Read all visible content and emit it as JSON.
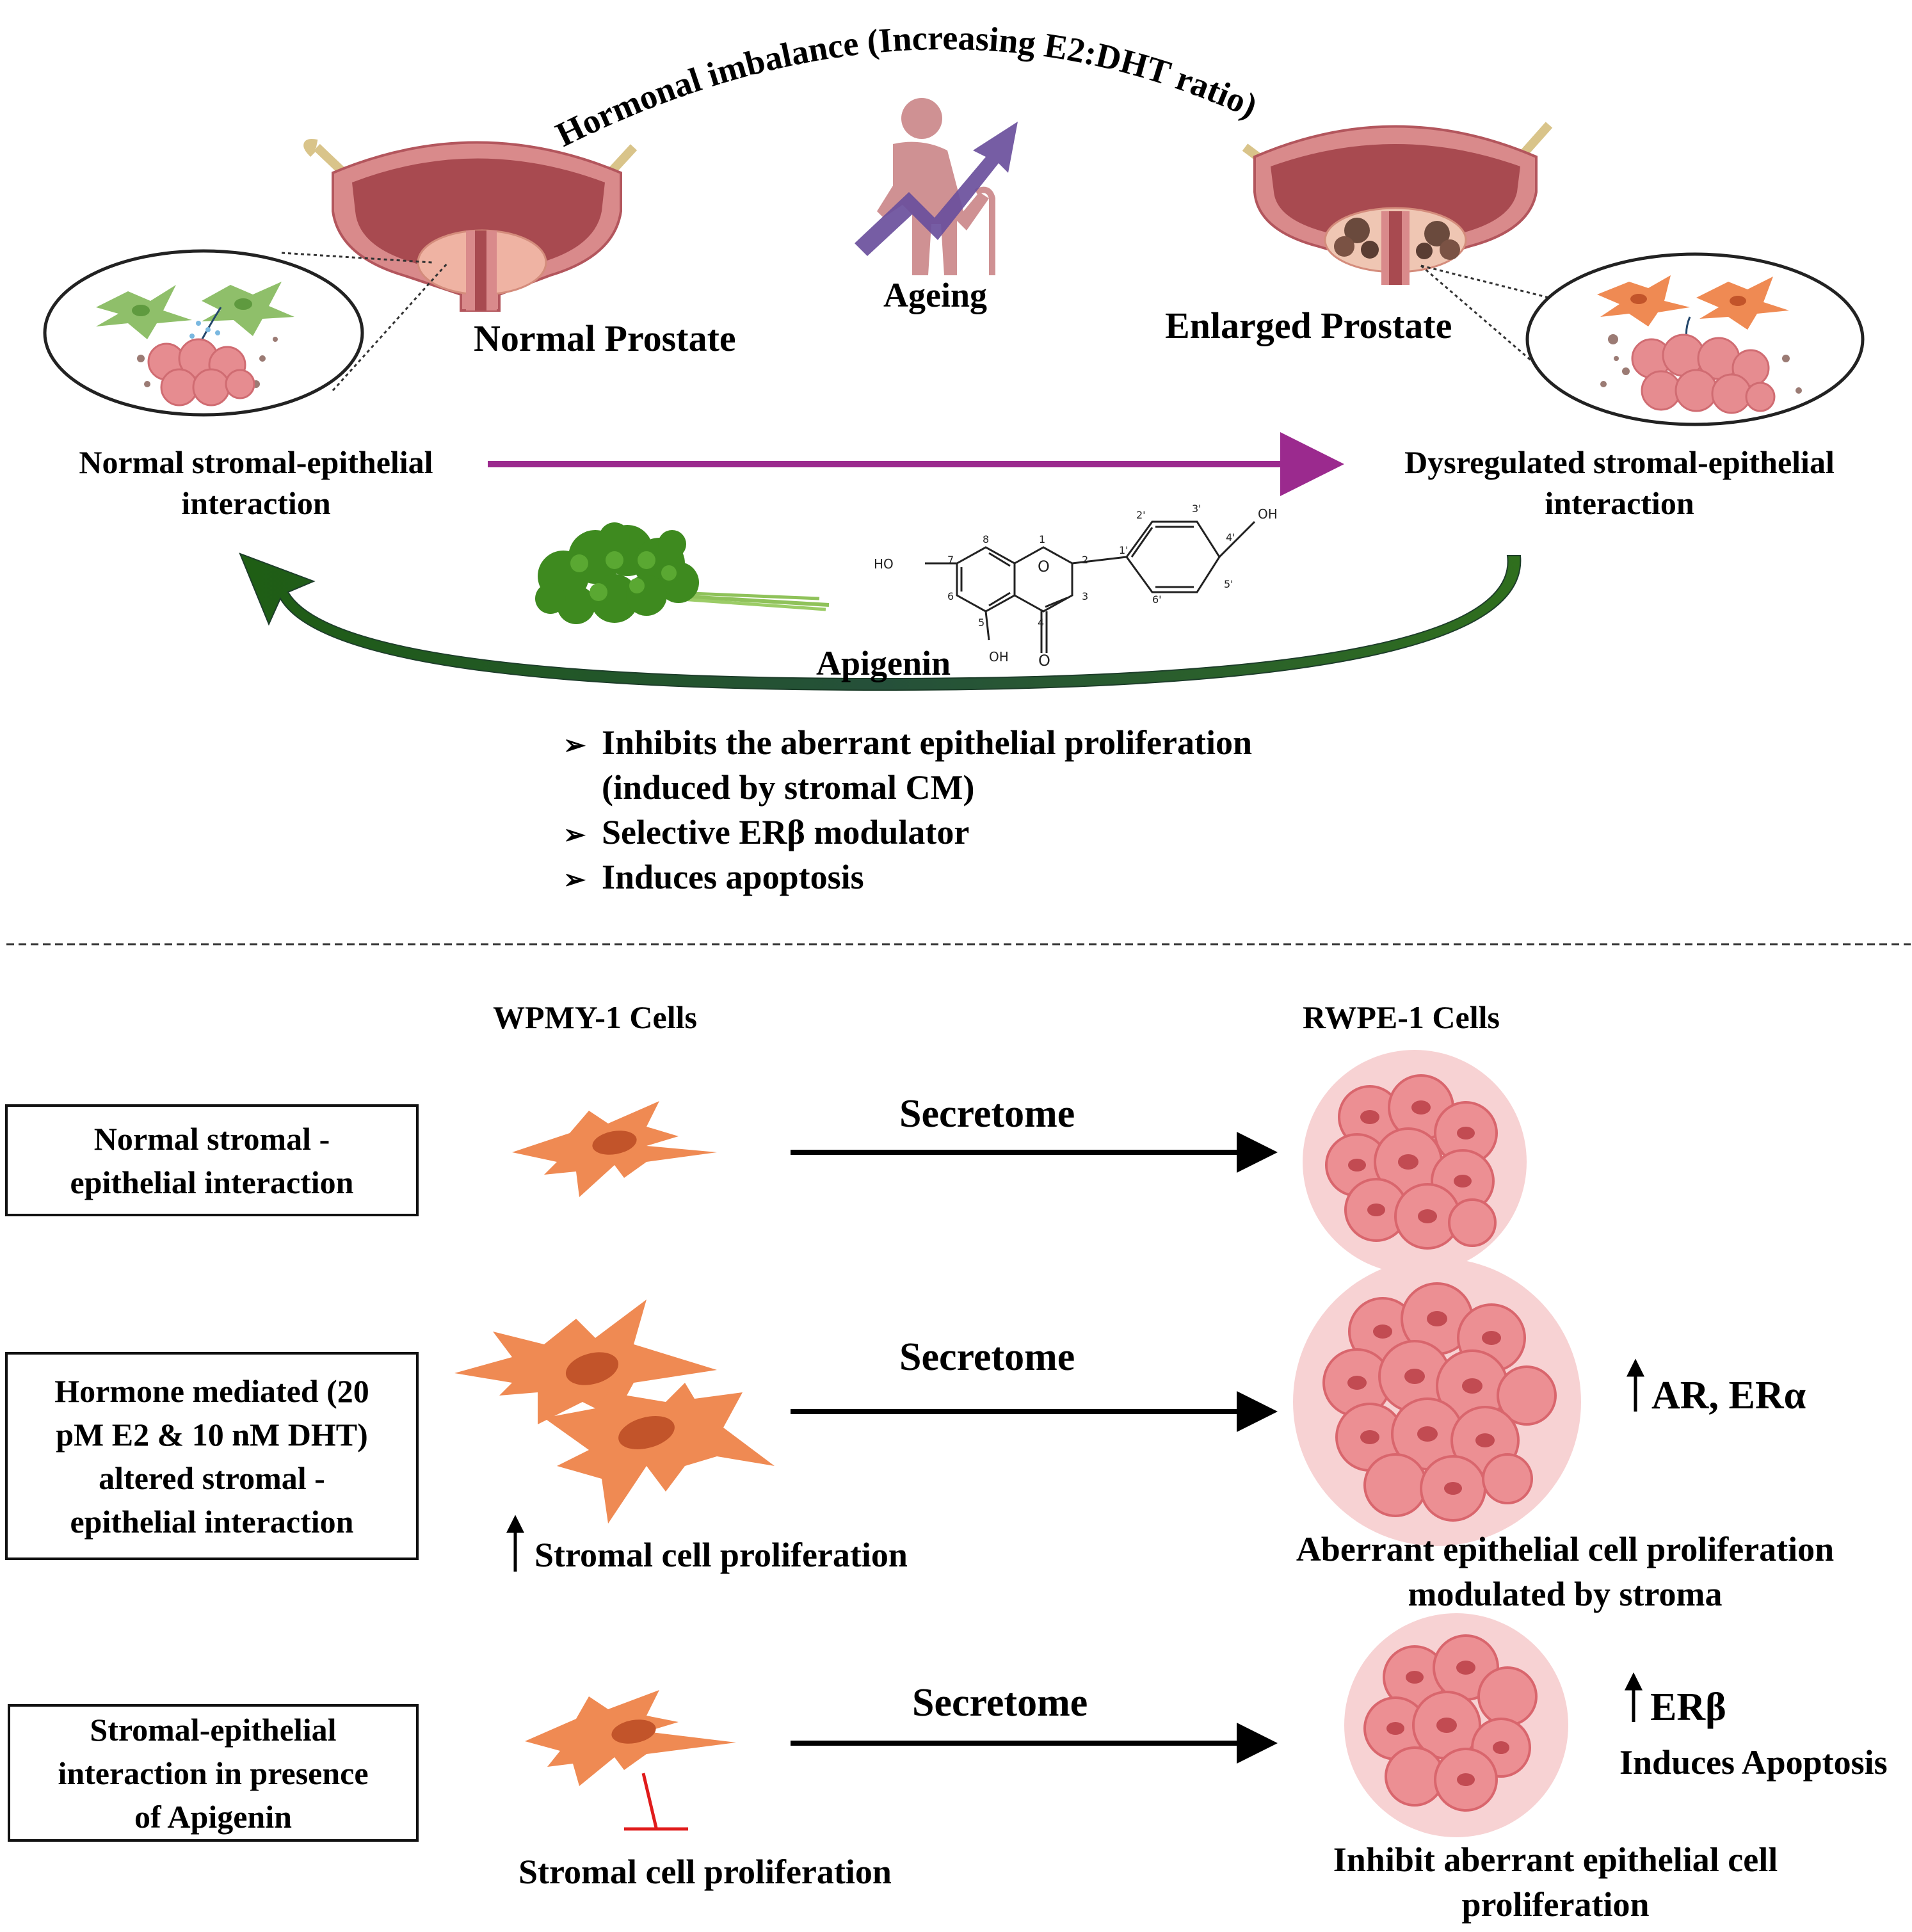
{
  "top": {
    "arc_label": "Hormonal imbalance (Increasing E2:DHT ratio)",
    "ageing_label": "Ageing",
    "normal_prostate_label": "Normal Prostate",
    "enlarged_prostate_label": "Enlarged Prostate",
    "normal_interaction_line1": "Normal stromal-epithelial",
    "normal_interaction_line2": "interaction",
    "dysregulated_interaction_line1": "Dysregulated stromal-epithelial",
    "dysregulated_interaction_line2": "interaction",
    "apigenin_label": "Apigenin",
    "molecule_labels": {
      "ho": "HO",
      "oh4": "OH",
      "oh5": "OH",
      "o_ring": "O",
      "o_keto": "O",
      "n1": "1",
      "n2": "2",
      "n3": "3",
      "n4": "4",
      "n5": "5",
      "n6": "6",
      "n7": "7",
      "n8": "8",
      "n1p": "1'",
      "n2p": "2'",
      "n3p": "3'",
      "n4p": "4'",
      "n5p": "5'",
      "n6p": "6'"
    },
    "effects": [
      "Inhibits the aberrant epithelial proliferation",
      "(induced by stromal CM)",
      "Selective ERβ modulator",
      "Induces apoptosis"
    ]
  },
  "bottom": {
    "col_stromal": "WPMY-1 Cells",
    "col_epithelial": "RWPE-1 Cells",
    "rows": [
      {
        "box_label": "Normal stromal -\nepithelial interaction",
        "arrow_label": "Secretome"
      },
      {
        "box_label": "Hormone mediated (20\npM E2 & 10 nM DHT)\naltered  stromal -\nepithelial interaction",
        "arrow_label": "Secretome",
        "stromal_note": "Stromal cell proliferation",
        "marker_label": "AR, ERα",
        "epithelial_note_line1": "Aberrant epithelial cell proliferation",
        "epithelial_note_line2": "modulated by stroma"
      },
      {
        "box_label": "Stromal-epithelial\ninteraction in presence\nof Apigenin",
        "arrow_label": "Secretome",
        "stromal_note": "Stromal cell proliferation",
        "marker_label": "ERβ",
        "apoptosis_label": "Induces Apoptosis",
        "epithelial_note_line1": "Inhibit aberrant epithelial cell",
        "epithelial_note_line2": "proliferation"
      }
    ]
  },
  "colors": {
    "purple_arrow": "#9b2a8e",
    "green_arrow": "#2e6b1f",
    "stromal_orange": "#ef8a53",
    "epithelial_pink": "#ec8f93",
    "bladder": "#b3565d",
    "inhibit_red": "#e01b1b"
  }
}
